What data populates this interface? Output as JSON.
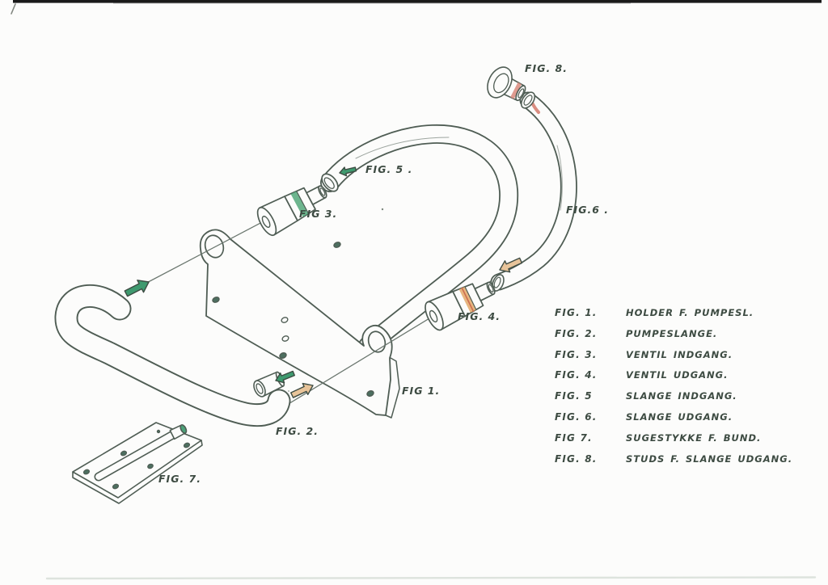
{
  "document": {
    "type": "hand-drawn assembly diagram (scanned page)",
    "language": "Danish"
  },
  "colors": {
    "ink": "#4f5d54",
    "accent_green": "#3f9a6f",
    "accent_orange": "#e3a869",
    "accent_red": "#d4796b",
    "paper": "#fcfcfb"
  },
  "callouts": {
    "fig1": "FIG 1.",
    "fig2": "FIG. 2.",
    "fig3": "FIG 3.",
    "fig4": "FIG. 4.",
    "fig5": "FIG. 5 .",
    "fig6": "FIG.6 .",
    "fig7": "FIG. 7.",
    "fig8": "FIG. 8."
  },
  "legend": {
    "rows": [
      {
        "fig": "FIG. 1.",
        "label": "HOLDER F. PUMPESL."
      },
      {
        "fig": "FIG. 2.",
        "label": "PUMPESLANGE."
      },
      {
        "fig": "FIG. 3.",
        "label": "VENTIL INDGANG."
      },
      {
        "fig": "FIG. 4.",
        "label": "VENTIL UDGANG."
      },
      {
        "fig": "FIG. 5",
        "label": "SLANGE INDGANG."
      },
      {
        "fig": "FIG. 6.",
        "label": "SLANGE UDGANG."
      },
      {
        "fig": "FIG 7.",
        "label": "SUGESTYKKE F. BUND."
      },
      {
        "fig": "FIG. 8.",
        "label": "STUDS F. SLANGE UDGANG."
      }
    ]
  }
}
